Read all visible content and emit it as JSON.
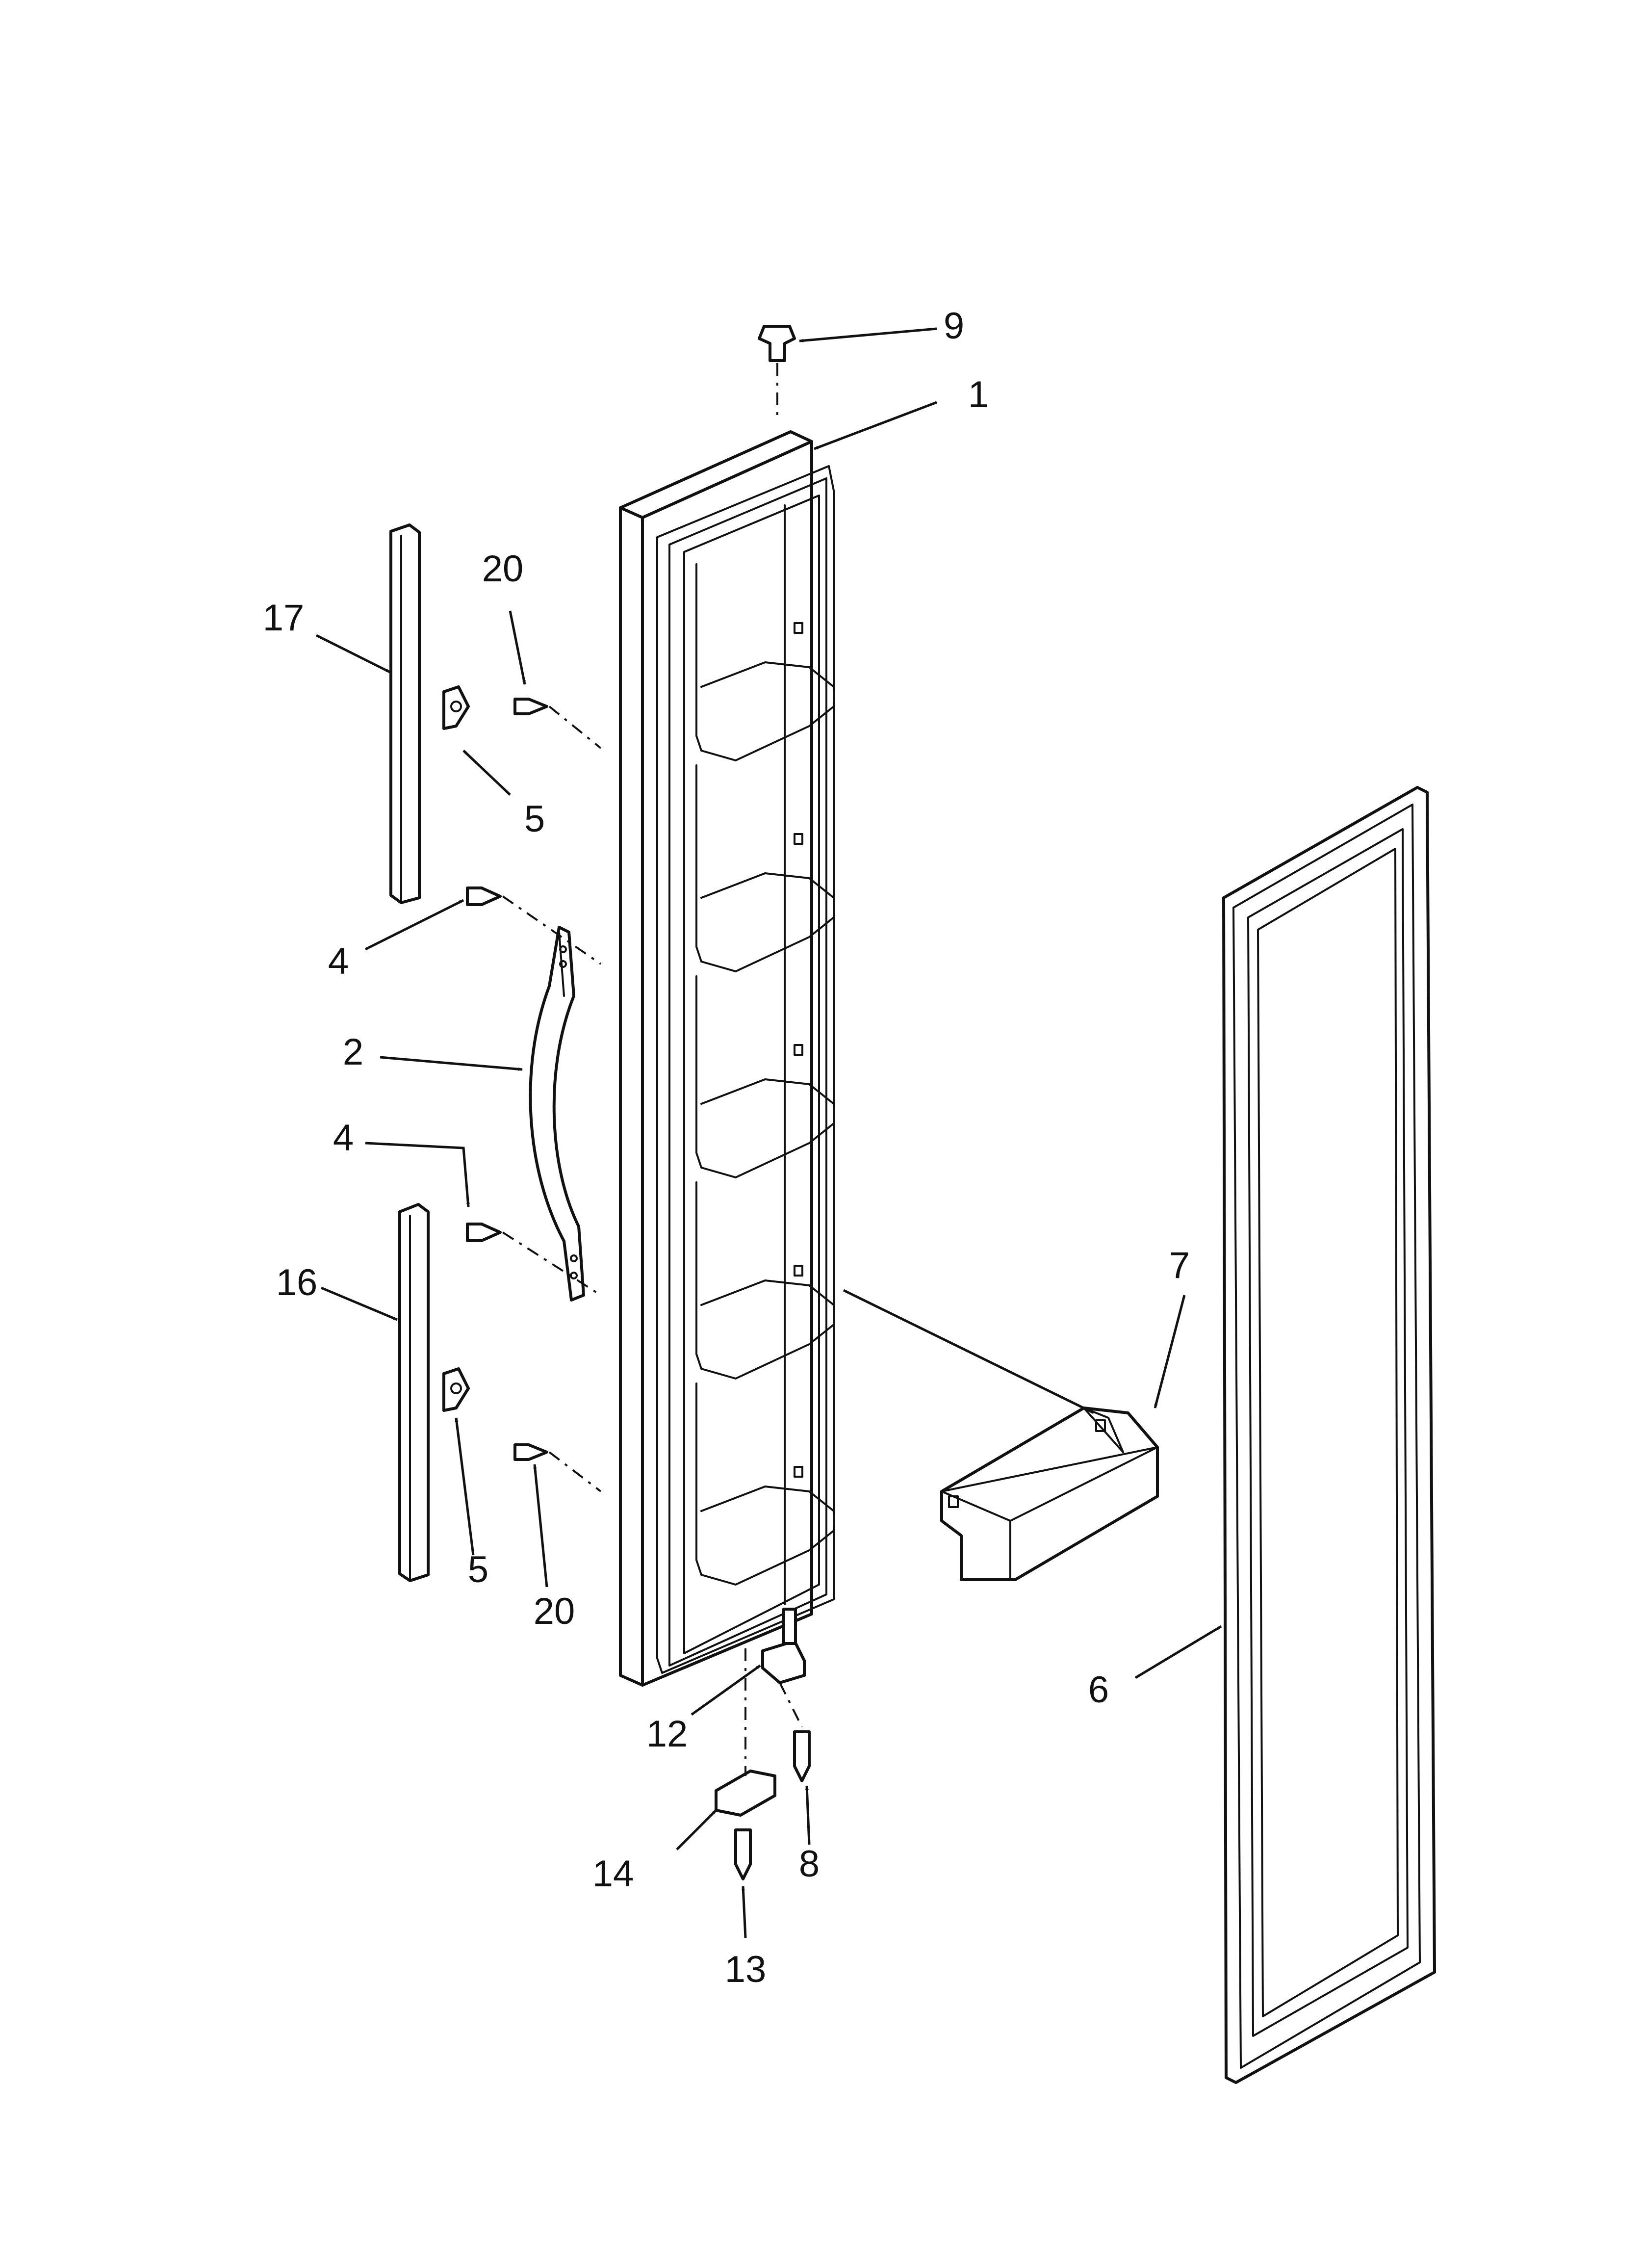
{
  "diagram": {
    "callouts": {
      "c1": "1",
      "c2": "2",
      "c4a": "4",
      "c4b": "4",
      "c5a": "5",
      "c5b": "5",
      "c6": "6",
      "c7": "7",
      "c8": "8",
      "c9": "9",
      "c12": "12",
      "c13": "13",
      "c14": "14",
      "c16": "16",
      "c17": "17",
      "c20a": "20",
      "c20b": "20"
    },
    "colors": {
      "ink": "#111111",
      "paper": "#ffffff"
    }
  }
}
